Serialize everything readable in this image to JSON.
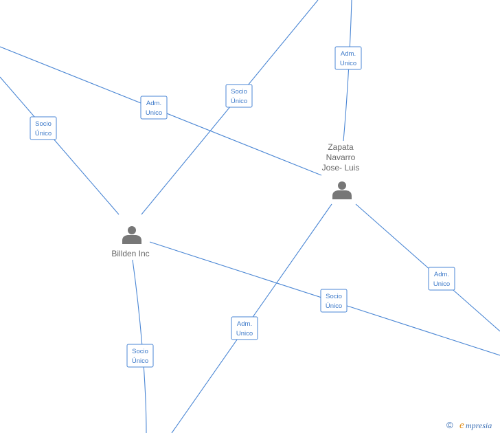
{
  "nodes": [
    {
      "id": "zapata",
      "name_lines": [
        "Zapata",
        "Navarro",
        "Jose- Luis"
      ]
    },
    {
      "id": "billden",
      "name_lines": [
        "Billden Inc"
      ]
    }
  ],
  "relations": [
    {
      "lines": [
        "Adm.",
        "Unico"
      ]
    },
    {
      "lines": [
        "Socio",
        "Único"
      ]
    },
    {
      "lines": [
        "Adm.",
        "Unico"
      ]
    },
    {
      "lines": [
        "Socio",
        "Único"
      ]
    },
    {
      "lines": [
        "Adm.",
        "Unico"
      ]
    },
    {
      "lines": [
        "Socio",
        "Único"
      ]
    },
    {
      "lines": [
        "Adm.",
        "Unico"
      ]
    },
    {
      "lines": [
        "Socio",
        "Único"
      ]
    }
  ],
  "watermark": {
    "copyright": "©",
    "brand_initial": "e",
    "brand_rest": "mpresia"
  },
  "colors": {
    "edge": "#4a86d4",
    "node_icon": "#777777",
    "label_text": "#666666"
  }
}
